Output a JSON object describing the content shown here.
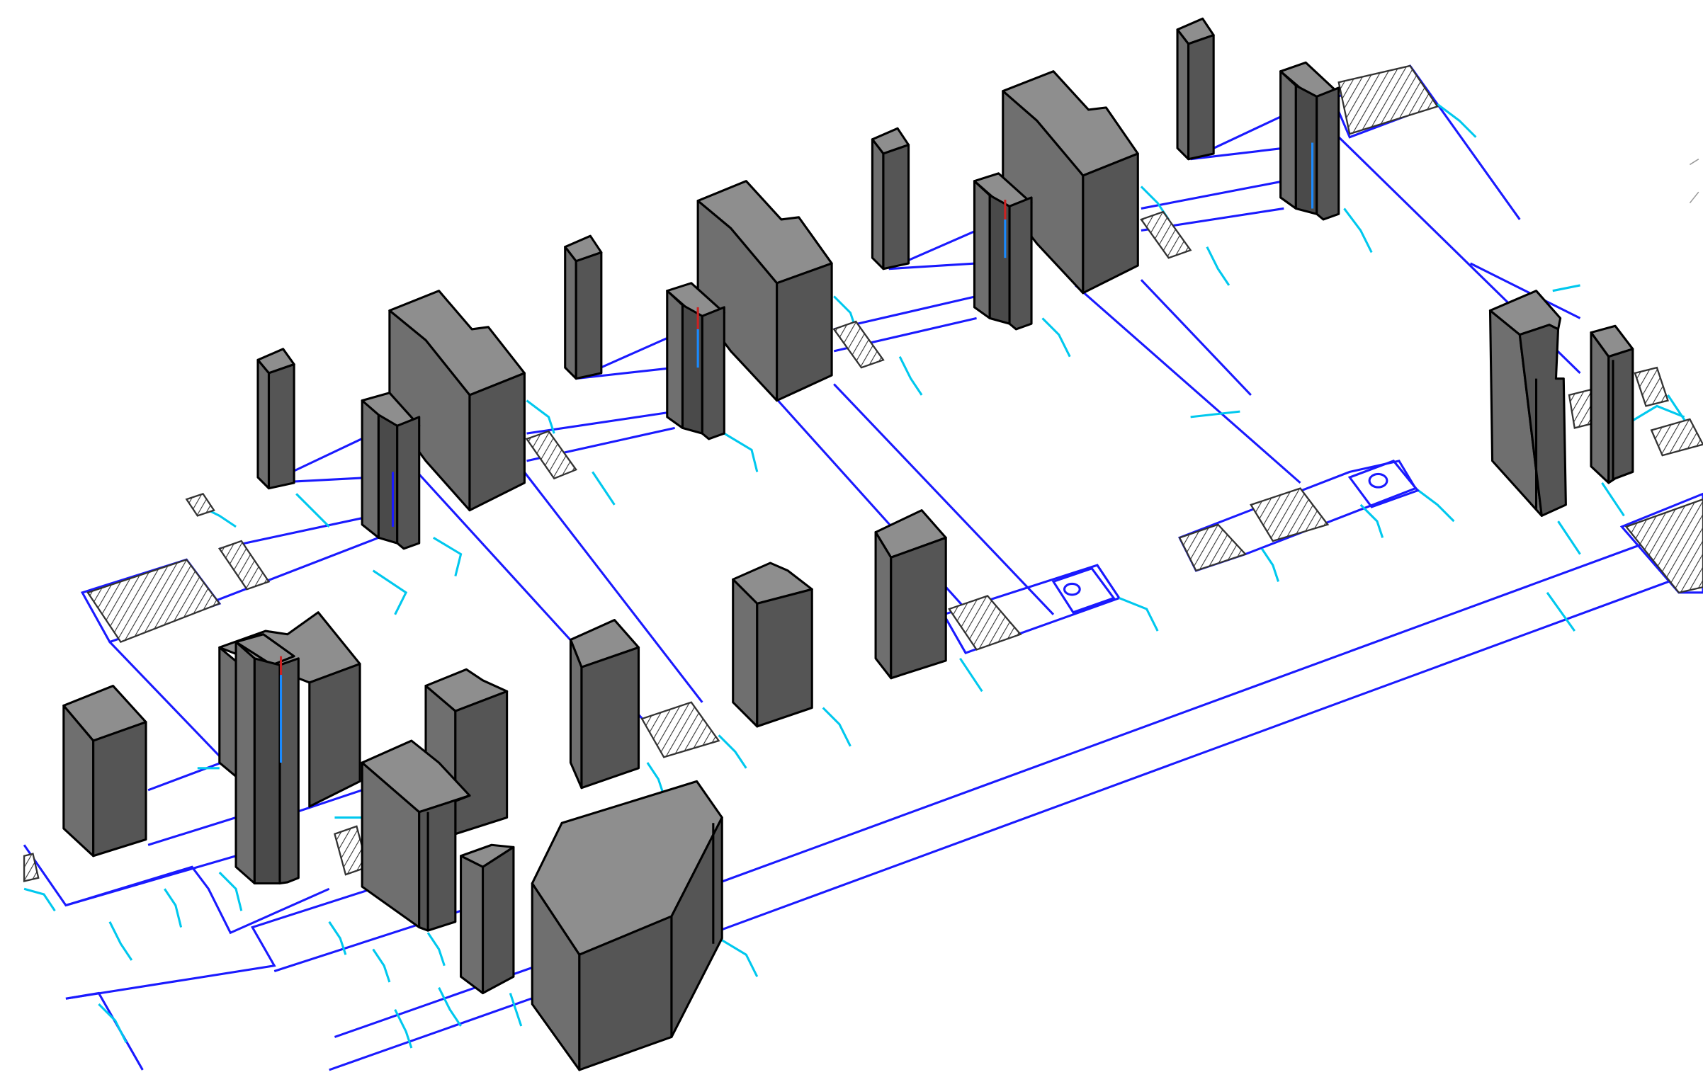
{
  "scene": {
    "view": "isometric",
    "colors": {
      "background": "#ffffff",
      "column_top": "#8e8e8e",
      "column_left": "#6f6f6f",
      "column_right": "#555555",
      "wire_primary": "#1a1aff",
      "wire_secondary": "#00c8ee",
      "hatch": "#333333"
    },
    "object_types": [
      "column",
      "wall-block",
      "hatch-pad",
      "circular-pad",
      "grid-line"
    ]
  }
}
